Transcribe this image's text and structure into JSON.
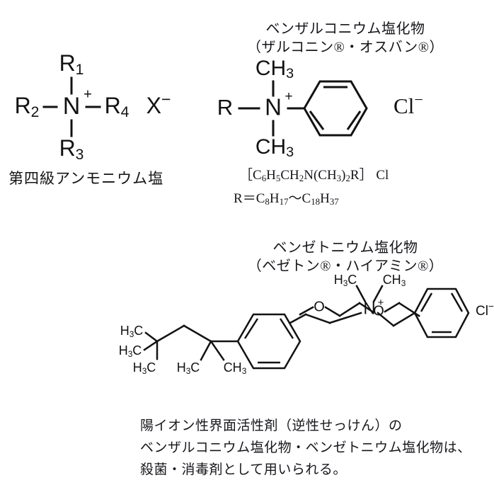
{
  "document": {
    "kind": "chemistry-structure-figure",
    "language": "ja"
  },
  "quaternary_ammonium": {
    "caption": "第四級アンモニウム塩",
    "atoms": {
      "nitrogen": "N",
      "nitrogen_charge": "+",
      "r1": "R",
      "r1_index": "1",
      "r2": "R",
      "r2_index": "2",
      "r3": "R",
      "r3_index": "3",
      "r4": "R",
      "r4_index": "4",
      "counter_ion": "X",
      "counter_ion_charge": "−"
    }
  },
  "benzalkonium": {
    "title": "ベンザルコニウム塩化物",
    "subtitle": "（ザルコニン®・オスバン®）",
    "atoms": {
      "methyl_top": "CH",
      "methyl_top_index": "3",
      "methyl_bottom": "CH",
      "methyl_bottom_index": "3",
      "r_group": "R",
      "nitrogen": "N",
      "nitrogen_charge": "+",
      "counter_ion": "Cl",
      "counter_ion_charge": "−"
    },
    "formula_bracket": "［C6H5CH2N(CH3)2R］ Cl",
    "formula_bracket_parts": {
      "open": "［",
      "c": "C",
      "c_sub": "6",
      "h": "H",
      "h_sub": "5",
      "ch": "CH",
      "ch_sub": "2",
      "n": "N",
      "paren_open": "(",
      "ch3": "CH",
      "ch3_sub": "3",
      "paren_close": ")",
      "paren_sub": "2",
      "r": "R",
      "close": "］",
      "cl": "Cl"
    },
    "r_definition": "R＝C8H17〜C18H37",
    "r_definition_parts": {
      "r": "R",
      "equals": "＝",
      "c_low": "C",
      "c_low_sub": "8",
      "h_low": "H",
      "h_low_sub": "17",
      "tilde": "〜",
      "c_high": "C",
      "c_high_sub": "18",
      "h_high": "H",
      "h_high_sub": "37"
    }
  },
  "benzethonium": {
    "title": "ベンゼトニウム塩化物",
    "subtitle": "（ベゼトン®・ハイアミン®）",
    "atoms": {
      "methyl_a": "H",
      "methyl_a_sub": "3",
      "methyl_a_c": "C",
      "methyl_b": "H",
      "methyl_b_sub": "3",
      "methyl_b_c": "C",
      "methyl_c": "H",
      "methyl_c_sub": "3",
      "methyl_c_c": "C",
      "methyl_d": "H",
      "methyl_d_sub": "3",
      "methyl_d_c": "C",
      "methyl_e": "CH",
      "methyl_e_sub": "3",
      "n_methyl_left": "H",
      "n_methyl_left_sub": "3",
      "n_methyl_left_c": "C",
      "n_methyl_right": "CH",
      "n_methyl_right_sub": "3",
      "ether_o1": "O",
      "ether_o2": "O",
      "nitrogen": "N",
      "nitrogen_charge": "+",
      "counter_ion": "Cl",
      "counter_ion_charge": "−"
    }
  },
  "summary": {
    "line1": "陽イオン性界面活性剤（逆性せっけん）の",
    "line2": "ベンザルコニウム塩化物・ベンゼトニウム塩化物は、",
    "line3": "殺菌・消毒剤として用いられる。"
  },
  "colors": {
    "ink": "#121212",
    "text": "#17171c",
    "background": "#ffffff"
  }
}
